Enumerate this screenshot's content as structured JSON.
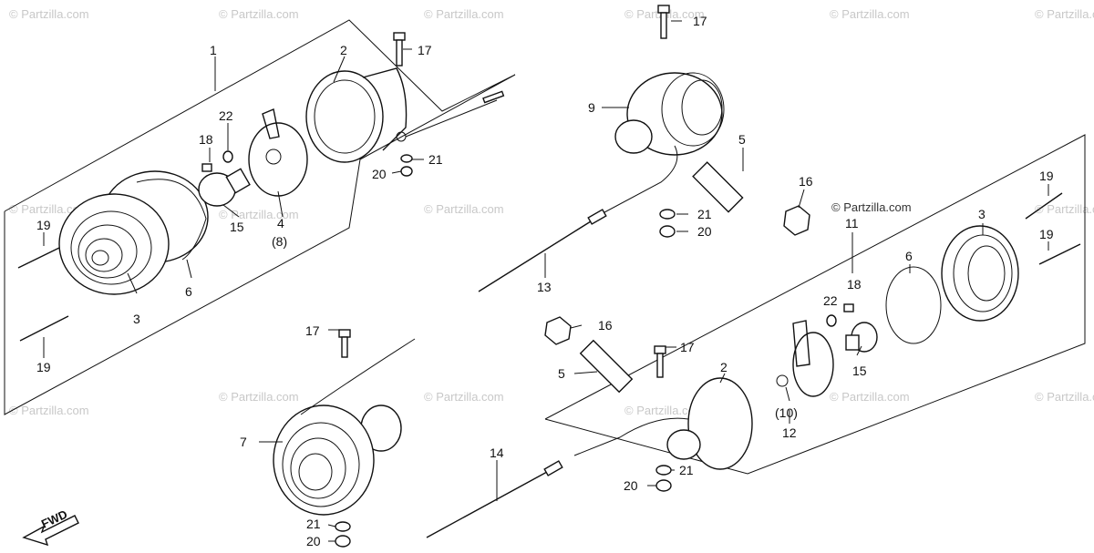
{
  "watermark_text": "© Partzilla.com",
  "watermark_brand_text": "© Partzilla.com",
  "fwd_label": "FWD",
  "callouts": {
    "c1": "1",
    "c2a": "2",
    "c2b": "2",
    "c3a": "3",
    "c3b": "3",
    "c4": "4",
    "c4q": "(8)",
    "c5a": "5",
    "c5b": "5",
    "c6a": "6",
    "c6b": "6",
    "c7": "7",
    "c9": "9",
    "c10q": "(10)",
    "c11": "11",
    "c12": "12",
    "c13": "13",
    "c14": "14",
    "c15a": "15",
    "c15b": "15",
    "c16a": "16",
    "c16b": "16",
    "c17a": "17",
    "c17b": "17",
    "c17c": "17",
    "c17d": "17",
    "c18a": "18",
    "c18b": "18",
    "c19a": "19",
    "c19b": "19",
    "c19c": "19",
    "c19d": "19",
    "c20a": "20",
    "c20b": "20",
    "c20c": "20",
    "c20d": "20",
    "c21a": "21",
    "c21b": "21",
    "c21c": "21",
    "c21d": "21",
    "c22a": "22",
    "c22b": "22"
  }
}
